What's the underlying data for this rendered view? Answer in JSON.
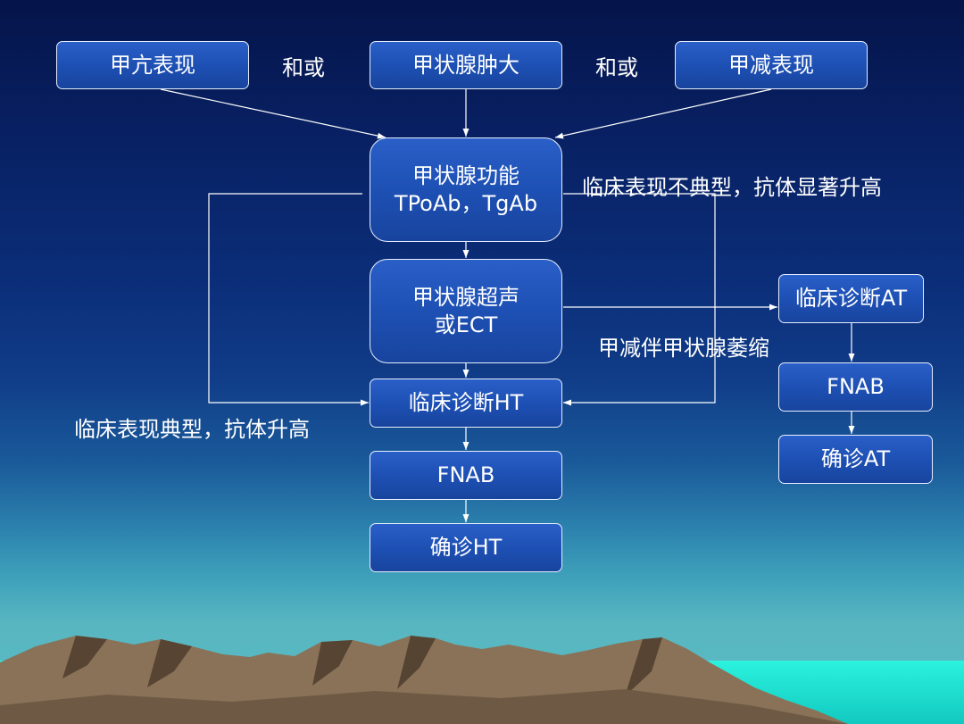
{
  "nodes": {
    "hyper": "甲亢表现",
    "goiter": "甲状腺肿大",
    "hypo": "甲减表现",
    "function_line1": "甲状腺功能",
    "function_line2": "TPoAb，TgAb",
    "ultrasound_line1": "甲状腺超声",
    "ultrasound_line2": "或ECT",
    "dx_ht": "临床诊断HT",
    "fnab_ht": "FNAB",
    "confirm_ht": "确诊HT",
    "dx_at": "临床诊断AT",
    "fnab_at": "FNAB",
    "confirm_at": "确诊AT"
  },
  "labels": {
    "andor_left": "和或",
    "andor_right": "和或",
    "atypical": "临床表现不典型，抗体显著升高",
    "typical": "临床表现典型，抗体升高",
    "atrophy": "甲减伴甲状腺萎缩"
  },
  "colors": {
    "box_fill": "#1d4fb2",
    "box_border": "#e6eefc",
    "text": "#ffffff",
    "sea": "#22e8d8",
    "mountain": "#8a7258"
  }
}
